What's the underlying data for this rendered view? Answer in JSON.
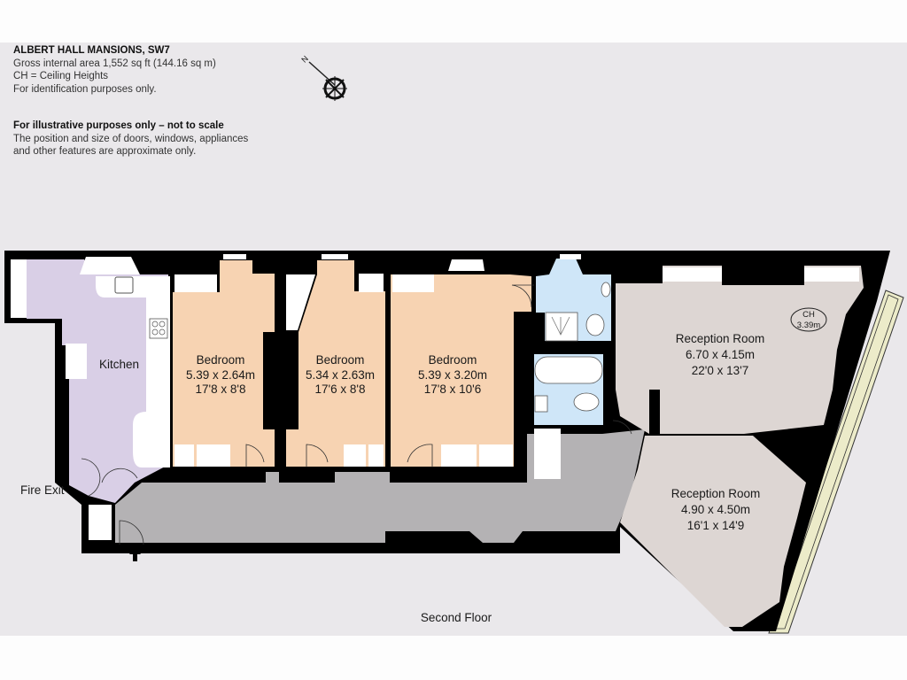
{
  "header": {
    "property_title": "ALBERT HALL MANSIONS, SW7",
    "gross_area": "Gross internal area 1,552 sq ft (144.16 sq m)",
    "ch_legend": "CH =  Ceiling Heights",
    "identification_note": "For identification purposes only."
  },
  "disclaimer": {
    "title": "For illustrative purposes only – not to scale",
    "line1": "The position and size of doors, windows, appliances",
    "line2": "and other features are approximate  only."
  },
  "compass": {
    "icon": "compass-rose-icon",
    "label": "N"
  },
  "rooms": {
    "kitchen": {
      "name": "Kitchen"
    },
    "bedroom1": {
      "name": "Bedroom",
      "metric": "5.39 x 2.64m",
      "imperial": "17'8 x 8'8"
    },
    "bedroom2": {
      "name": "Bedroom",
      "metric": "5.34 x 2.63m",
      "imperial": "17'6 x 8'8"
    },
    "bedroom3": {
      "name": "Bedroom",
      "metric": "5.39 x 3.20m",
      "imperial": "17'8 x 10'6"
    },
    "reception1": {
      "name": "Reception Room",
      "metric": "6.70 x 4.15m",
      "imperial": "22'0 x 13'7"
    },
    "reception2": {
      "name": "Reception Room",
      "metric": "4.90 x 4.50m",
      "imperial": "16'1 x 14'9"
    }
  },
  "ceiling_height": {
    "label": "CH",
    "value": "3.39m"
  },
  "labels": {
    "fire_exit": "Fire Exit",
    "floor": "Second Floor"
  },
  "colors": {
    "background": "#eae8eb",
    "wall": "#000000",
    "kitchen": "#d9cfe6",
    "bedroom": "#f7d3b2",
    "bathroom": "#cfe6f8",
    "reception": "#ddd6d3",
    "hallway": "#b4b2b4",
    "balcony": "#ecebc9"
  }
}
